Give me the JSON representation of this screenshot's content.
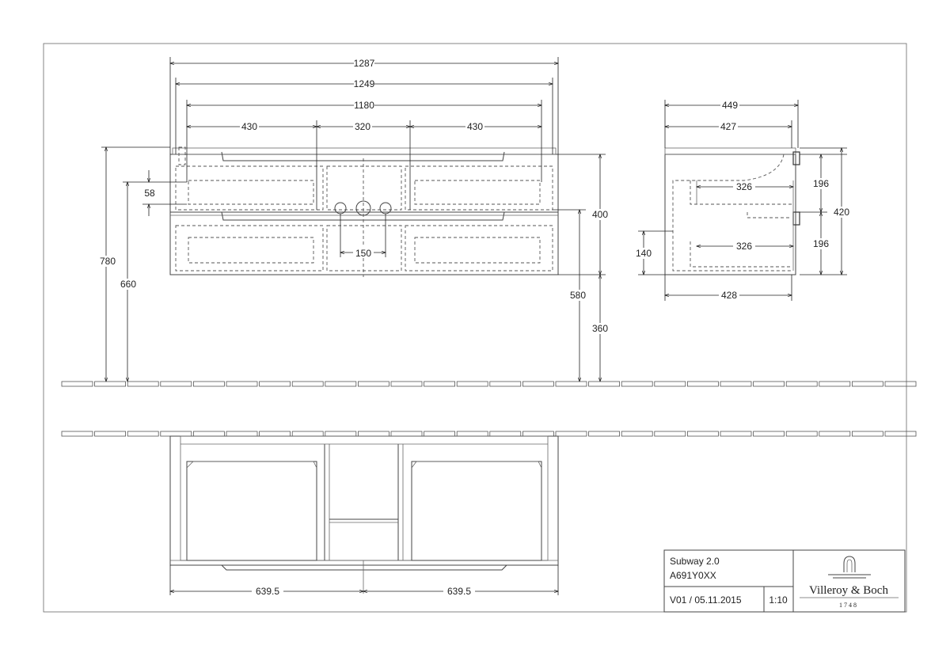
{
  "title_block": {
    "product_name": "Subway 2.0",
    "article_number": "A691Y0XX",
    "version_date": "V01 / 05.11.2015",
    "scale": "1:10",
    "brand_name": "Villeroy & Boch",
    "brand_year": "1748"
  },
  "front_view": {
    "width_1287": "1287",
    "width_1249": "1249",
    "width_1180": "1180",
    "segment_left": "430",
    "segment_mid": "320",
    "segment_right": "430",
    "handle_height": "58",
    "tap_spacing": "150",
    "total_height": "780",
    "drawer_height": "660",
    "body_height": "400",
    "floor_to_bottom": "580",
    "floor_gap": "360"
  },
  "side_view": {
    "depth_449": "449",
    "depth_427": "427",
    "drawer_depth_top": "326",
    "drawer_depth_bottom": "326",
    "base_depth": "428",
    "height_140": "140",
    "upper_196": "196",
    "lower_196": "196",
    "total_420": "420"
  },
  "bottom_view": {
    "half_left": "639.5",
    "half_right": "639.5"
  }
}
